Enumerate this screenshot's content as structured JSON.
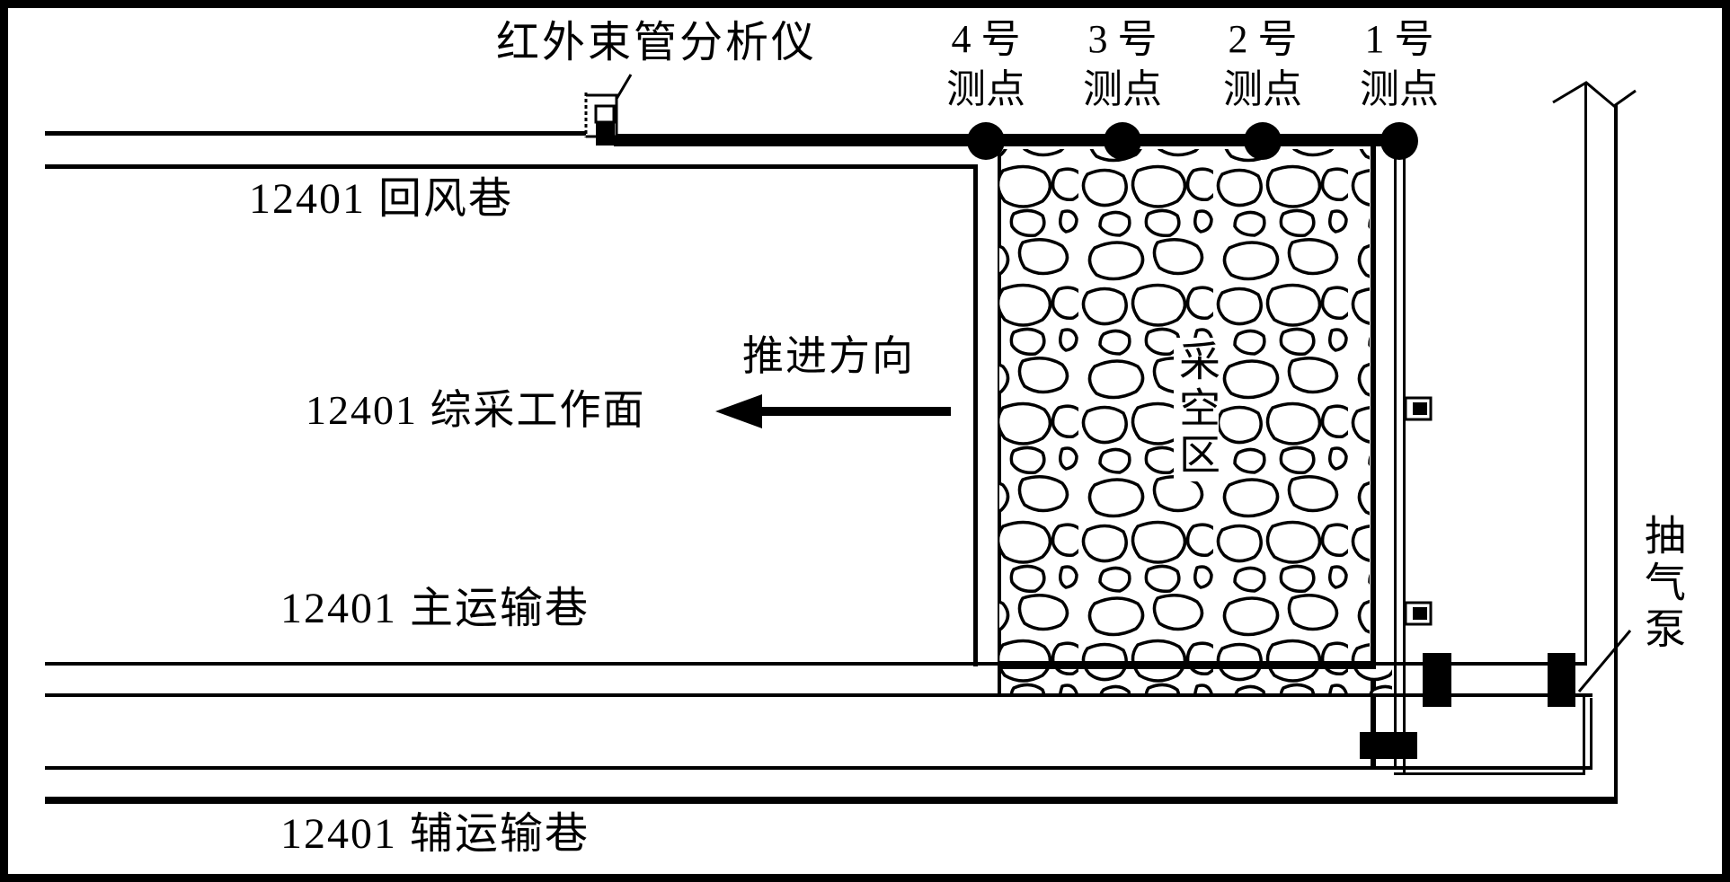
{
  "figure": {
    "title_context": "12401 working face goaf gas monitoring schematic",
    "analyzer_label": "红外束管分析仪",
    "measure_points": [
      {
        "line1": "4 号",
        "line2": "测点"
      },
      {
        "line1": "3 号",
        "line2": "测点"
      },
      {
        "line1": "2 号",
        "line2": "测点"
      },
      {
        "line1": "1 号",
        "line2": "测点"
      }
    ],
    "return_airway_label": "12401 回风巷",
    "advance_direction_label": "推进方向",
    "working_face_label": "12401 综采工作面",
    "goaf_label": "采空区",
    "main_transport_label": "12401 主运输巷",
    "aux_transport_label": "12401 辅运输巷",
    "pump_label": "抽气泵",
    "colors": {
      "ink": "#000000",
      "paper": "#ffffff"
    }
  }
}
